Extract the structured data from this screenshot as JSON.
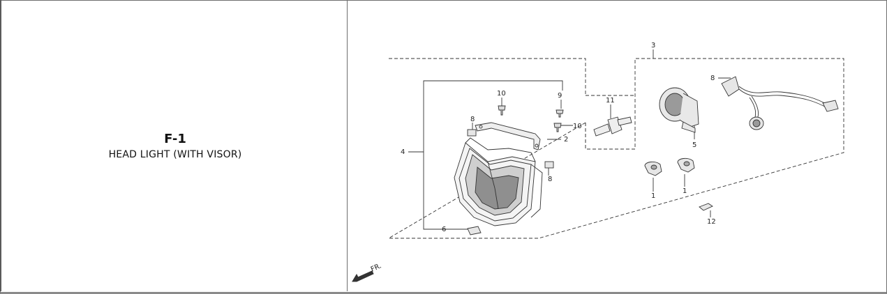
{
  "section": {
    "code": "F-1",
    "title": "HEAD LIGHT (WITH VISOR)"
  },
  "diagram": {
    "callouts": {
      "p1a": "1",
      "p1b": "1",
      "p2": "2",
      "p3": "3",
      "p4": "4",
      "p5": "5",
      "p6": "6",
      "p8a": "8",
      "p8b": "8",
      "p8c": "8",
      "p9": "9",
      "p10a": "10",
      "p10b": "10",
      "p11": "11",
      "p12": "12"
    },
    "direction_label": "FR."
  },
  "colors": {
    "line": "#333333",
    "border": "#6e6e6e"
  }
}
